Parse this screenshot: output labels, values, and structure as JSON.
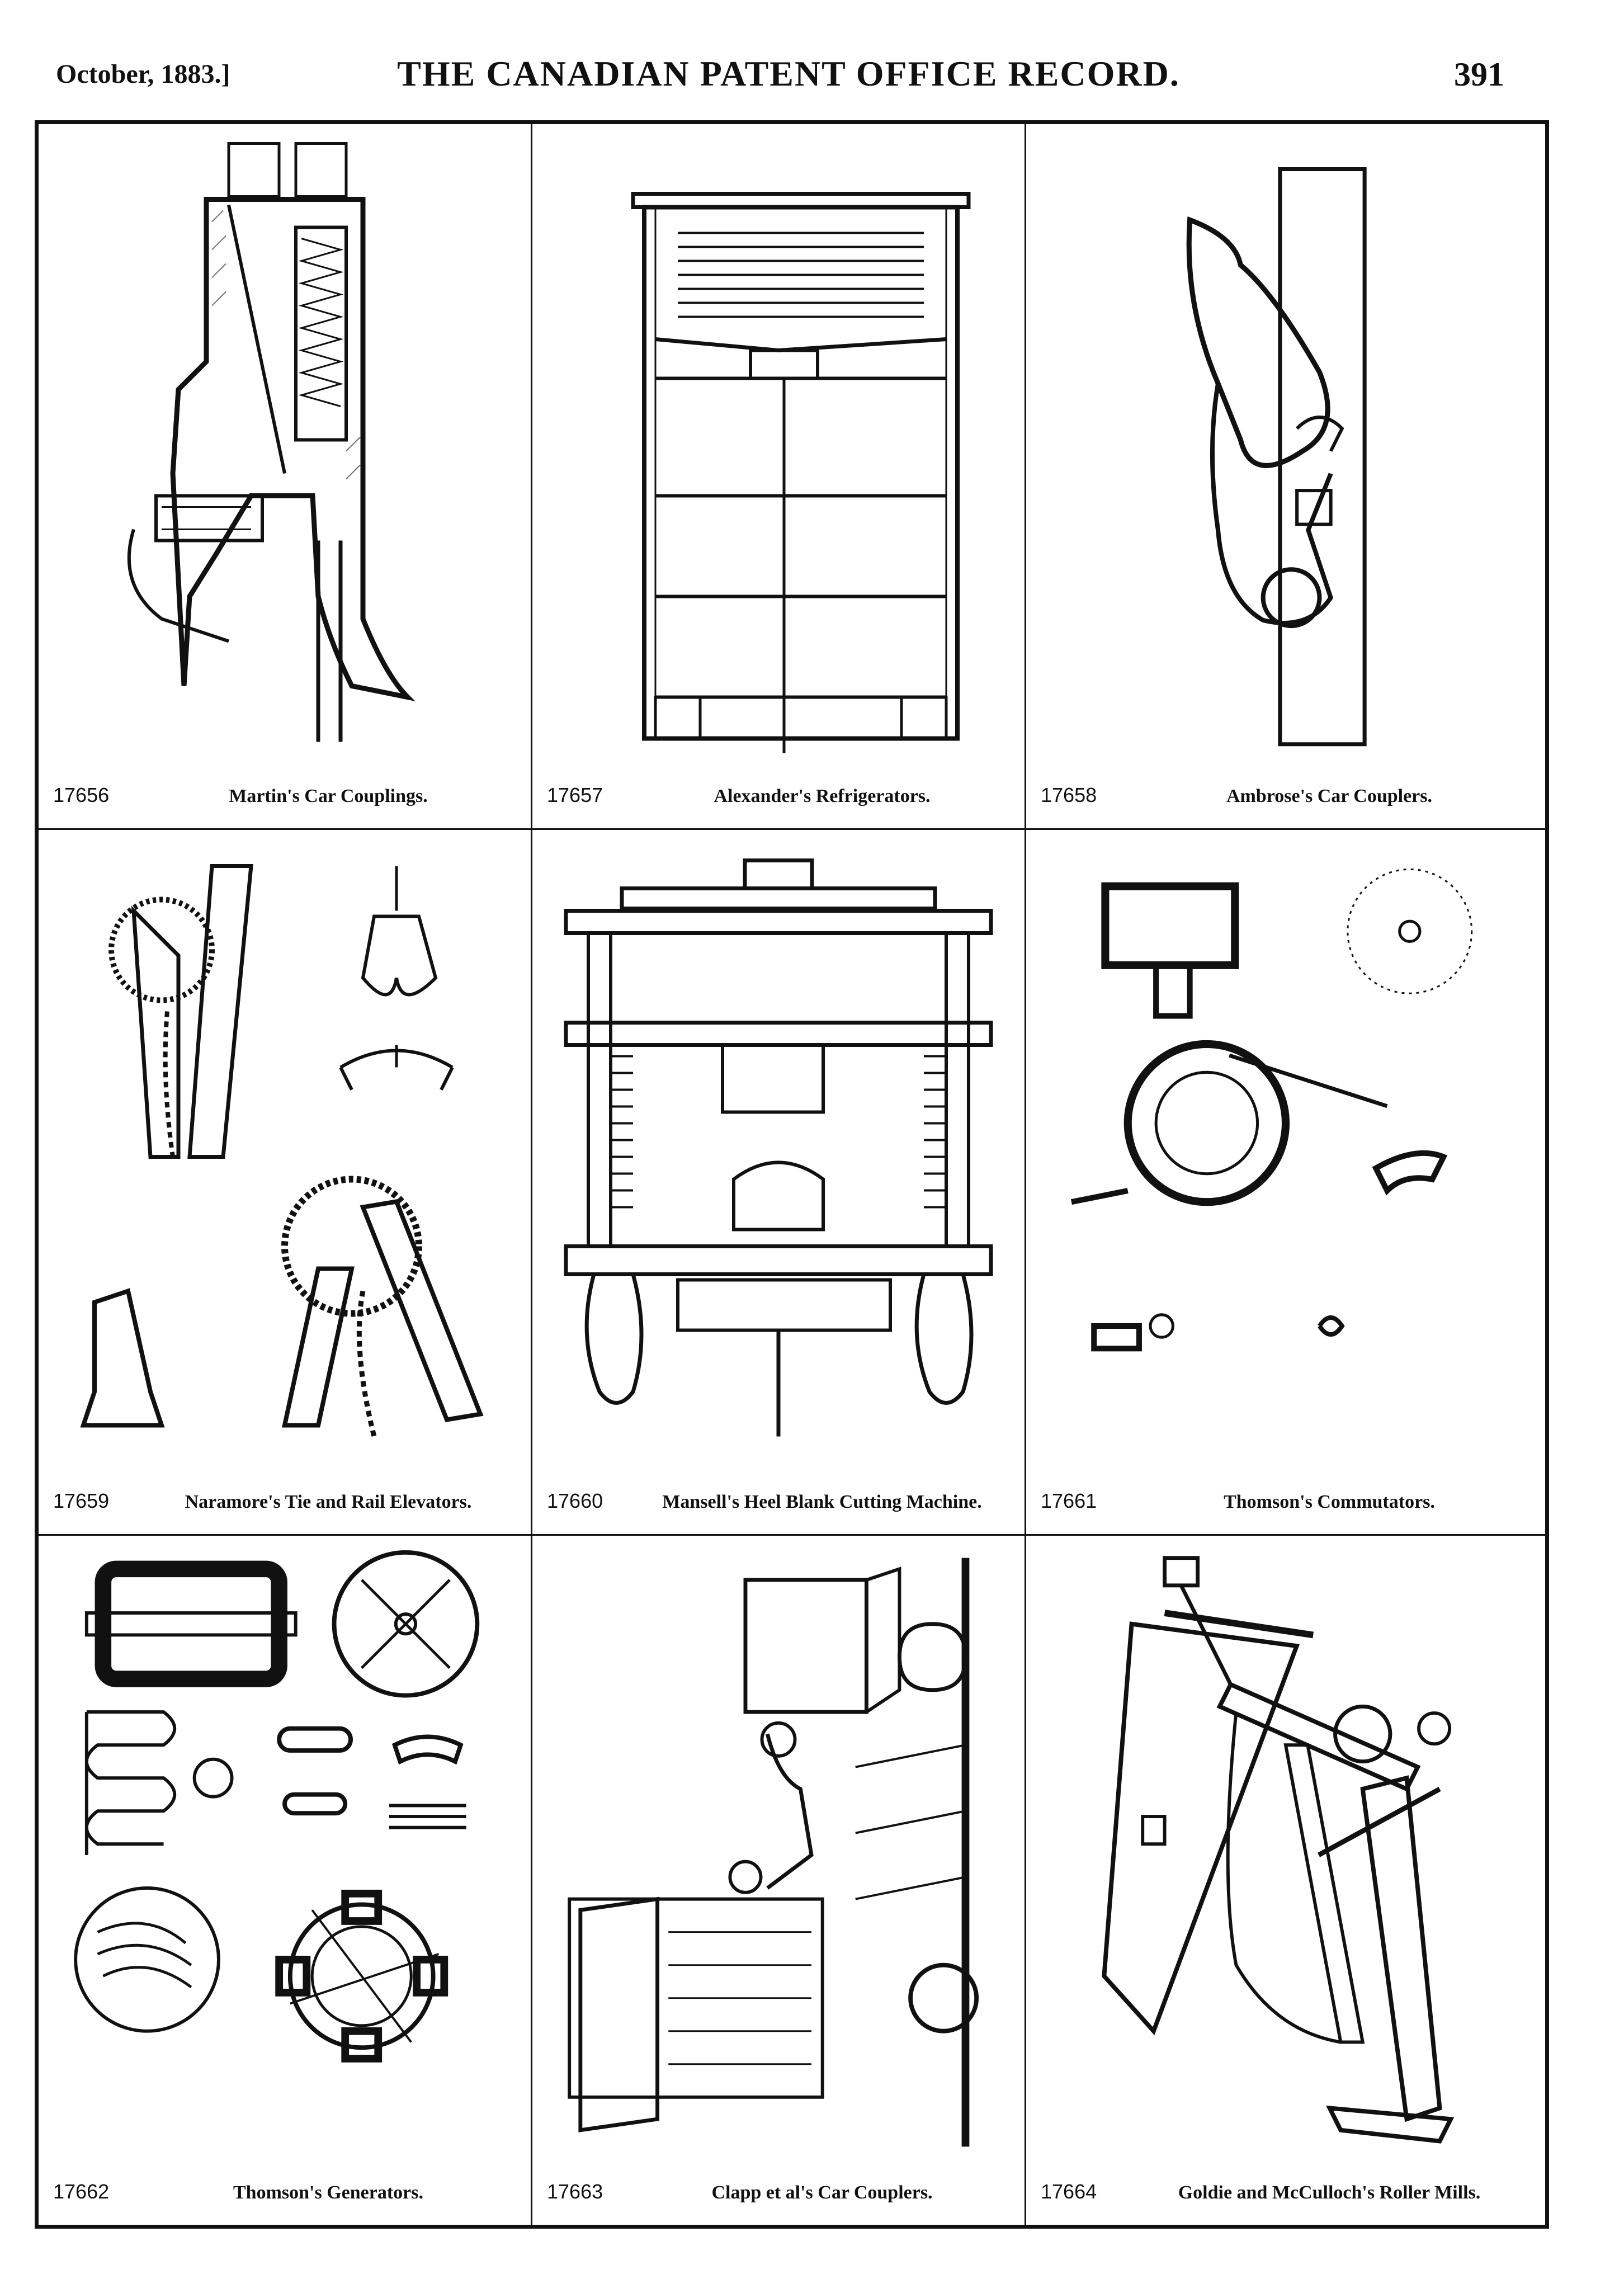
{
  "header": {
    "date": "October, 1883.]",
    "title": "THE CANADIAN PATENT OFFICE RECORD.",
    "page_number": "391"
  },
  "plates": [
    {
      "number": "17656",
      "title": "Martin's Car Couplings."
    },
    {
      "number": "17657",
      "title": "Alexander's Refrigerators."
    },
    {
      "number": "17658",
      "title": "Ambrose's Car Couplers."
    },
    {
      "number": "17659",
      "title": "Naramore's Tie and Rail Elevators."
    },
    {
      "number": "17660",
      "title": "Mansell's Heel Blank Cutting Machine."
    },
    {
      "number": "17661",
      "title": "Thomson's Commutators."
    },
    {
      "number": "17662",
      "title": "Thomson's Generators."
    },
    {
      "number": "17663",
      "title": "Clapp et al's Car Couplers."
    },
    {
      "number": "17664",
      "title": "Goldie and McCulloch's Roller Mills."
    }
  ]
}
